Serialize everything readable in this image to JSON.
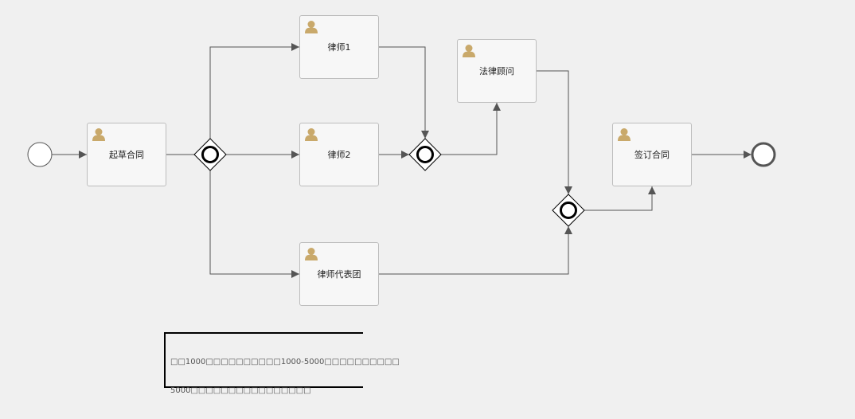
{
  "tasks": {
    "draft_contract": {
      "label": "起草合同",
      "icon": "user-icon"
    },
    "lawyer_1": {
      "label": "律师1",
      "icon": "user-icon"
    },
    "lawyer_2": {
      "label": "律师2",
      "icon": "user-icon"
    },
    "lawyer_delegation": {
      "label": "律师代表团",
      "icon": "user-icon"
    },
    "legal_advisor": {
      "label": "法律顾问",
      "icon": "user-icon"
    },
    "sign_contract": {
      "label": "签订合同",
      "icon": "user-icon"
    }
  },
  "annotation": {
    "line1": "□□1000□□□□□□□□□□1000-5000□□□□□□□□□□",
    "line2": "5000□□□□□□□□□□□□□□□□"
  },
  "colors": {
    "background": "#f0f0f0",
    "task_fill": "#f7f7f7",
    "task_border": "#bdbdbd",
    "user_icon": "#c9a96b",
    "flow_line": "#555555"
  }
}
